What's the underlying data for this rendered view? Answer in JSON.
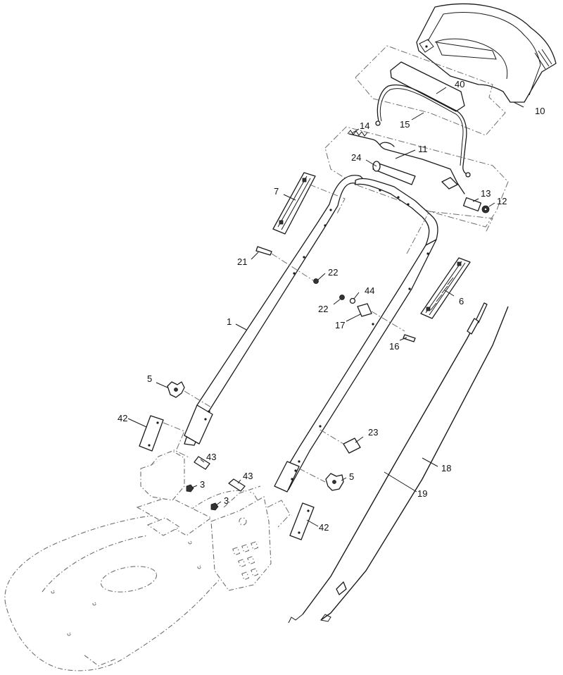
{
  "callouts": {
    "c1": "1",
    "c3a": "3",
    "c3b": "3",
    "c5a": "5",
    "c5b": "5",
    "c6": "6",
    "c7": "7",
    "c10": "10",
    "c11": "11",
    "c12": "12",
    "c13": "13",
    "c14": "14",
    "c15": "15",
    "c16": "16",
    "c17": "17",
    "c18": "18",
    "c19": "19",
    "c21": "21",
    "c22a": "22",
    "c22b": "22",
    "c23": "23",
    "c24": "24",
    "c40": "40",
    "c42a": "42",
    "c42b": "42",
    "c43a": "43",
    "c43b": "43",
    "c44": "44"
  }
}
